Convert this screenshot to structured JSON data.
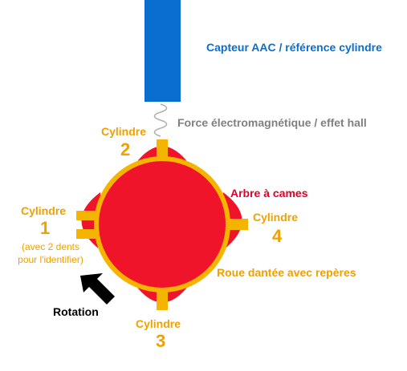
{
  "colors": {
    "sensor": "#0a6ed1",
    "wheel_ring": "#f5b400",
    "camshaft": "#f0142a",
    "label_orange": "#f0a000",
    "label_gray": "#808080",
    "label_red": "#e0002a",
    "arrow": "#000000"
  },
  "sensor": {
    "label": "Capteur AAC / référence cylindre"
  },
  "field": {
    "label": "Force électromagnétique / effet hall"
  },
  "camshaft": {
    "label": "Arbre à cames"
  },
  "wheel": {
    "label": "Roue dantée avec repères"
  },
  "cylinders": [
    {
      "word": "Cylindre",
      "number": "1",
      "note_line1": "(avec 2 dents",
      "note_line2": "pour l'identifier)"
    },
    {
      "word": "Cylindre",
      "number": "2"
    },
    {
      "word": "Cylindre",
      "number": "3"
    },
    {
      "word": "Cylindre",
      "number": "4"
    }
  ],
  "rotation": {
    "label": "Rotation",
    "icon": "arrow-icon"
  }
}
